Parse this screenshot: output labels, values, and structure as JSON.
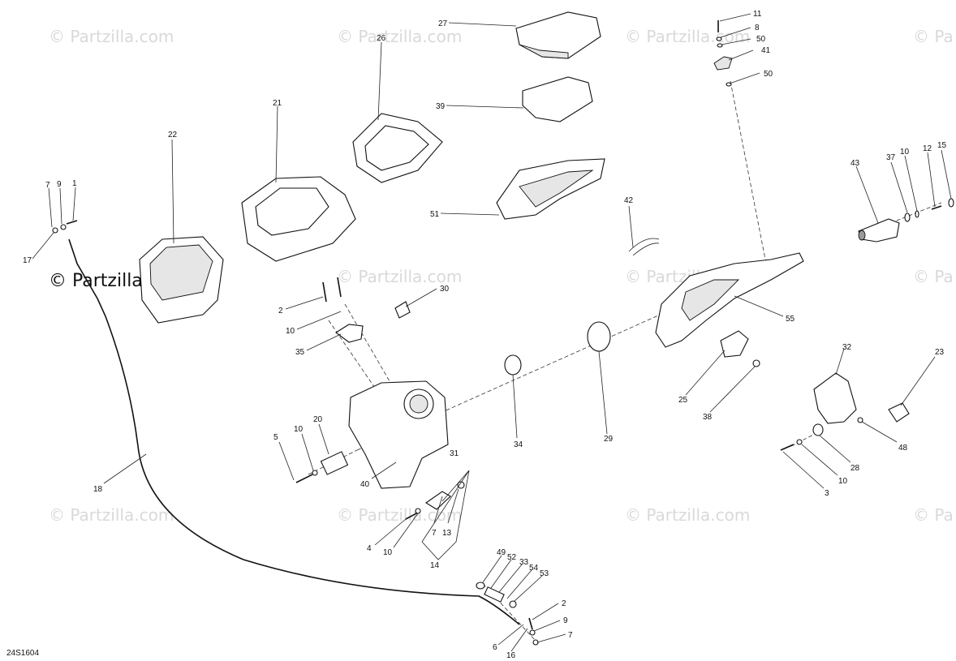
{
  "watermark": {
    "text": "© Partzilla.com",
    "prominent": "© Partzilla.com",
    "partial": "© Pa"
  },
  "diagram_code": "24S1604",
  "parts": [
    {
      "id": "p27",
      "label": "27"
    },
    {
      "id": "p26",
      "label": "26"
    },
    {
      "id": "p21",
      "label": "21"
    },
    {
      "id": "p22",
      "label": "22"
    },
    {
      "id": "p39",
      "label": "39"
    },
    {
      "id": "p51",
      "label": "51"
    },
    {
      "id": "p11",
      "label": "11"
    },
    {
      "id": "p8",
      "label": "8"
    },
    {
      "id": "p50a",
      "label": "50"
    },
    {
      "id": "p41",
      "label": "41"
    },
    {
      "id": "p50b",
      "label": "50"
    },
    {
      "id": "p43",
      "label": "43"
    },
    {
      "id": "p37",
      "label": "37"
    },
    {
      "id": "p10a",
      "label": "10"
    },
    {
      "id": "p12",
      "label": "12"
    },
    {
      "id": "p15",
      "label": "15"
    },
    {
      "id": "p42",
      "label": "42"
    },
    {
      "id": "p55",
      "label": "55"
    },
    {
      "id": "p7a",
      "label": "7"
    },
    {
      "id": "p9a",
      "label": "9"
    },
    {
      "id": "p1",
      "label": "1"
    },
    {
      "id": "p17",
      "label": "17"
    },
    {
      "id": "p30",
      "label": "30"
    },
    {
      "id": "p2a",
      "label": "2"
    },
    {
      "id": "p10b",
      "label": "10"
    },
    {
      "id": "p35",
      "label": "35"
    },
    {
      "id": "p25",
      "label": "25"
    },
    {
      "id": "p38",
      "label": "38"
    },
    {
      "id": "p32",
      "label": "32"
    },
    {
      "id": "p23",
      "label": "23"
    },
    {
      "id": "p34",
      "label": "34"
    },
    {
      "id": "p29",
      "label": "29"
    },
    {
      "id": "p5",
      "label": "5"
    },
    {
      "id": "p10c",
      "label": "10"
    },
    {
      "id": "p20",
      "label": "20"
    },
    {
      "id": "p40",
      "label": "40"
    },
    {
      "id": "p31",
      "label": "31"
    },
    {
      "id": "p48",
      "label": "48"
    },
    {
      "id": "p28",
      "label": "28"
    },
    {
      "id": "p10d",
      "label": "10"
    },
    {
      "id": "p3",
      "label": "3"
    },
    {
      "id": "p18",
      "label": "18"
    },
    {
      "id": "p4",
      "label": "4"
    },
    {
      "id": "p10e",
      "label": "10"
    },
    {
      "id": "p7b",
      "label": "7"
    },
    {
      "id": "p13",
      "label": "13"
    },
    {
      "id": "p14",
      "label": "14"
    },
    {
      "id": "p49",
      "label": "49"
    },
    {
      "id": "p52",
      "label": "52"
    },
    {
      "id": "p33",
      "label": "33"
    },
    {
      "id": "p54",
      "label": "54"
    },
    {
      "id": "p53",
      "label": "53"
    },
    {
      "id": "p2b",
      "label": "2"
    },
    {
      "id": "p9b",
      "label": "9"
    },
    {
      "id": "p7c",
      "label": "7"
    },
    {
      "id": "p6",
      "label": "6"
    },
    {
      "id": "p16",
      "label": "16"
    }
  ]
}
